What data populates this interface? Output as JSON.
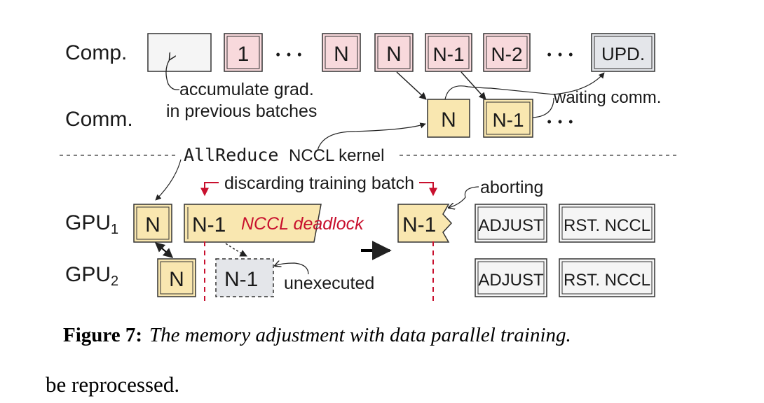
{
  "rows": {
    "comp_label": "Comp.",
    "comm_label": "Comm.",
    "gpu1_label": "GPU",
    "gpu1_sub": "1",
    "gpu2_label": "GPU",
    "gpu2_sub": "2"
  },
  "comp_boxes": {
    "b1": "1",
    "ellipsis1": "• • •",
    "bN_a": "N",
    "bN_b": "N",
    "bN1": "N-1",
    "bN2": "N-2",
    "ellipsis2": "• • •",
    "upd": "UPD."
  },
  "comm_boxes": {
    "bN": "N",
    "bN1": "N-1",
    "ellipsis": "• • •"
  },
  "gpu1": {
    "bN": "N",
    "bN1": "N-1",
    "deadlock": "NCCL deadlock",
    "bN1_abort": "N-1",
    "adjust": "ADJUST",
    "rst": "RST. NCCL"
  },
  "gpu2": {
    "bN": "N",
    "bN1": "N-1",
    "adjust": "ADJUST",
    "rst": "RST. NCCL"
  },
  "annotations": {
    "accumulate_line1": "accumulate grad.",
    "accumulate_line2": "in previous batches",
    "waiting_comm": "waiting comm.",
    "allreduce": "AllReduce",
    "nccl_kernel": "NCCL kernel",
    "discarding": "discarding training batch",
    "aborting": "aborting",
    "unexecuted": "unexecuted"
  },
  "caption": {
    "label": "Figure 7:",
    "text": "The memory adjustment with data parallel training."
  },
  "body_text": "be reprocessed.",
  "colors": {
    "pink": "#f8d9dc",
    "yellow": "#f9e7b0",
    "gray": "#e4e6ea",
    "light": "#f5f5f5",
    "red": "#c8102e",
    "stroke": "#333333"
  }
}
